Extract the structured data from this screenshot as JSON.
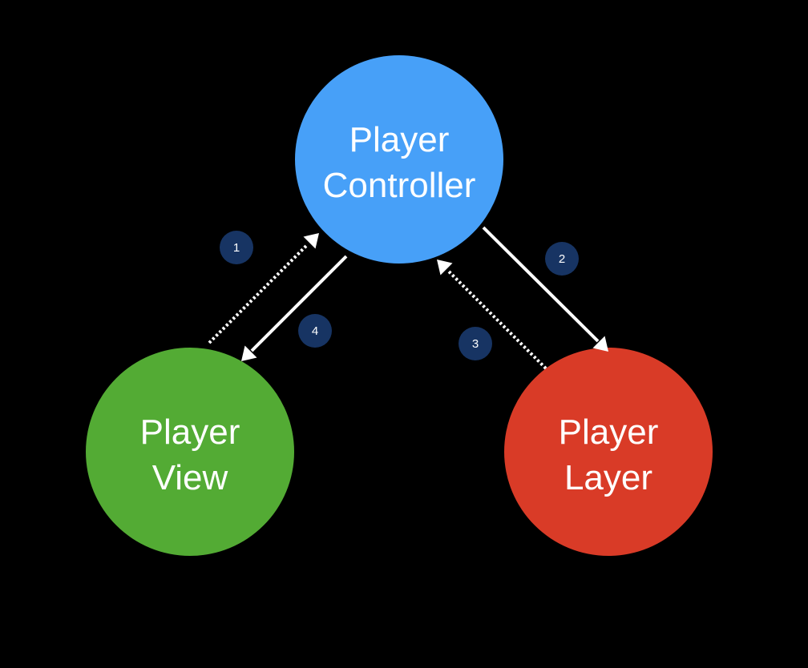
{
  "nodes": {
    "controller": {
      "line1": "Player",
      "line2": "Controller",
      "color": "#47a0f8"
    },
    "view": {
      "line1": "Player",
      "line2": "View",
      "color": "#53ab34"
    },
    "layer": {
      "line1": "Player",
      "line2": "Layer",
      "color": "#d93b27"
    }
  },
  "badges": {
    "one": "1",
    "two": "2",
    "three": "3",
    "four": "4",
    "color": "#173463"
  },
  "arrows": [
    {
      "step": "1",
      "from": "view",
      "to": "controller",
      "style": "dotted"
    },
    {
      "step": "2",
      "from": "controller",
      "to": "layer",
      "style": "solid"
    },
    {
      "step": "3",
      "from": "layer",
      "to": "controller",
      "style": "dotted"
    },
    {
      "step": "4",
      "from": "controller",
      "to": "view",
      "style": "solid"
    }
  ],
  "background": "#000000"
}
